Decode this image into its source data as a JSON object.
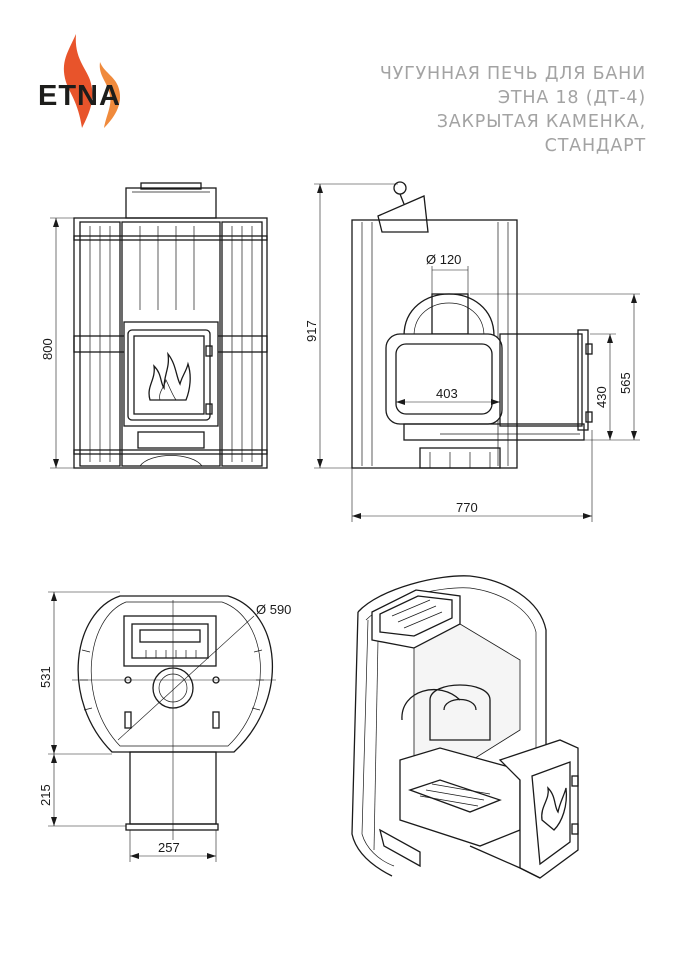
{
  "brand": {
    "name": "ETNA",
    "flame_color": "#e8542b",
    "text_color": "#1d1d1b"
  },
  "title": {
    "lines": [
      "ЧУГУННАЯ ПЕЧЬ ДЛЯ БАНИ",
      "ЭТНА 18 (ДТ-4)",
      "ЗАКРЫТАЯ КАМЕНКА,",
      "СТАНДАРТ"
    ],
    "color": "#a3a3a3"
  },
  "dimensions": {
    "front_height": "800",
    "side_height": "917",
    "flue_diameter": "Ø 120",
    "firebox_depth": "403",
    "depth_total": "770",
    "height_565": "565",
    "height_430": "430",
    "body_diameter": "Ø 590",
    "top_depth": "531",
    "tunnel_length": "215",
    "tunnel_width": "257"
  }
}
